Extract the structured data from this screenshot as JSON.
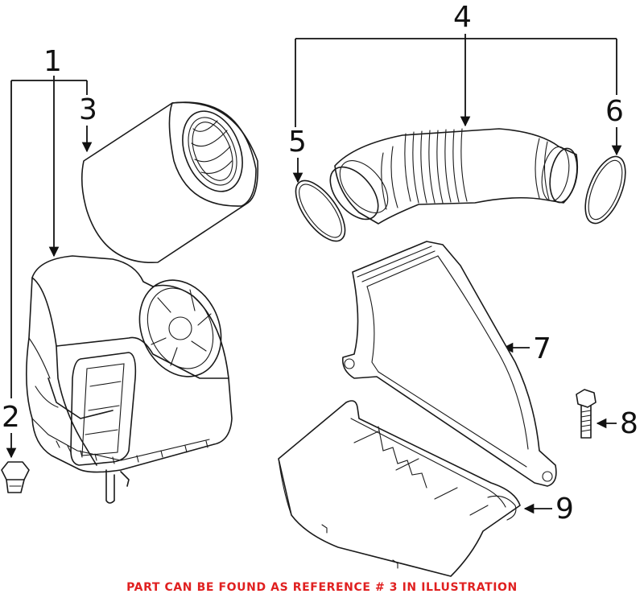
{
  "callouts": {
    "c1": "1",
    "c2": "2",
    "c3": "3",
    "c4": "4",
    "c5": "5",
    "c6": "6",
    "c7": "7",
    "c8": "8",
    "c9": "9"
  },
  "footer": {
    "note": "PART CAN BE FOUND AS REFERENCE # 3 IN ILLUSTRATION"
  },
  "colors": {
    "line": "#1a1a1a",
    "footer_text": "#e02020",
    "background": "#ffffff"
  }
}
